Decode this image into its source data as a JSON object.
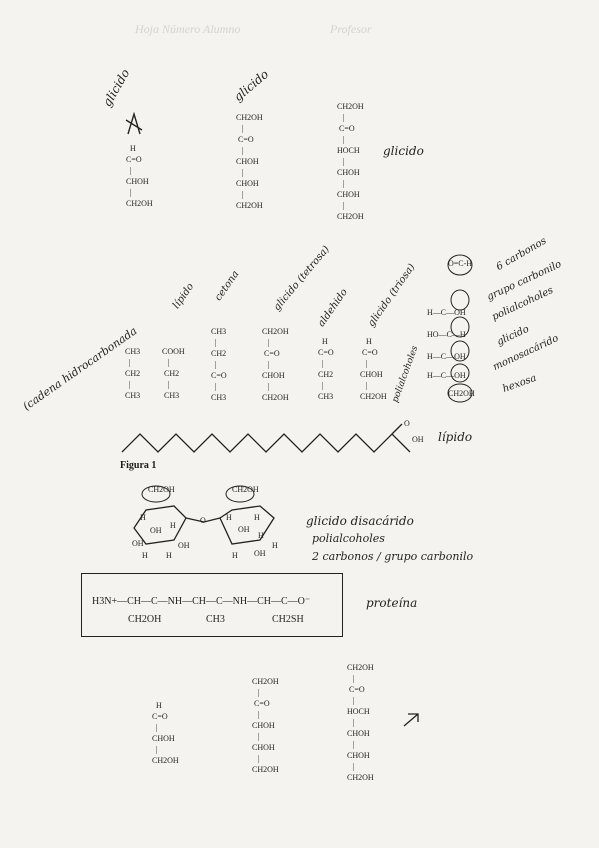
{
  "header_shadow": {
    "left": "Hoja Número Alumno",
    "right": "Profesor"
  },
  "row1": {
    "annotation_left": "glicido",
    "annotation_top": "glicido",
    "annotation_right": "glicido",
    "m1": "    H\n  C=O\n    |\n  CHOH\n    |\n  CH2OH",
    "m2": "CH2OH\n   |\n C=O\n   |\nCHOH\n   |\nCHOH\n   |\nCH2OH",
    "m3": "CH2OH\n   |\n C=O\n   |\nHOCH\n   |\nCHOH\n   |\nCHOH\n   |\nCH2OH"
  },
  "row2": {
    "annotation_hydrocarbon": "(cadena hidrocarbonada",
    "annotation_lipido": "lípido",
    "annotation_cetona": "cetona",
    "annotation_tetrosa": "glicido (tetrosa)",
    "annotation_aldehido": "aldehido",
    "annotation_triosa": "glicido (triosa)",
    "annotation_polialcoholes": "polialcoholes",
    "annotation_hexose": [
      "6 carbonos",
      "grupo carbonilo",
      "polialcoholes",
      "glicido",
      "monosacárido",
      "hexosa"
    ],
    "m1": "CH3\n  |\nCH2\n  |\nCH3",
    "m2": "COOH\n   |\n CH2\n   |\n CH3",
    "m3": "CH3\n  |\nCH2\n  |\nC=O\n  |\nCH3",
    "m4": "CH2OH\n   |\n C=O\n   |\nCHOH\n   |\nCH2OH",
    "m5": "   H\n C=O\n   |\n CH2\n   |\n CH3",
    "m6": "   H\n C=O\n   |\nCHOH\n   |\nCH2OH",
    "m7_top": "O=C-H",
    "m7_rows": [
      "H—C—OH",
      "HO—C—H",
      "H—C—OH",
      "H—C—OH"
    ],
    "m7_bottom": "CH2OH"
  },
  "fatty_acid": {
    "label": "Figura 1",
    "annotation": "lípido",
    "oh": "OH",
    "o": "O"
  },
  "disaccharide": {
    "annotation": [
      "glicido disacárido",
      "polialcoholes",
      "2 carbonos / grupo carbonilo"
    ],
    "left_ring": {
      "top": "CH2OH",
      "labels": [
        "H",
        "OH",
        "H",
        "OH",
        "H",
        "H",
        "OH"
      ]
    },
    "right_ring": {
      "top": "CH2OH",
      "labels": [
        "H",
        "H",
        "OH",
        "H",
        "H",
        "OH",
        "H"
      ]
    },
    "o_link": "O"
  },
  "peptide": {
    "formula": "H3N+—CH—C—NH—CH—C—NH—CH—C—O⁻",
    "subs": [
      "CH2OH",
      "CH3",
      "CH2SH"
    ],
    "annotation": "proteína"
  },
  "row3": {
    "m1": "    H\n  C=O\n    |\n  CHOH\n    |\n  CH2OH",
    "m2": "CH2OH\n   |\n C=O\n   |\nCHOH\n   |\nCHOH\n   |\nCH2OH",
    "m3": "CH2OH\n   |\n C=O\n   |\nHOCH\n   |\nCHOH\n   |\nCHOH\n   |\nCH2OH"
  }
}
